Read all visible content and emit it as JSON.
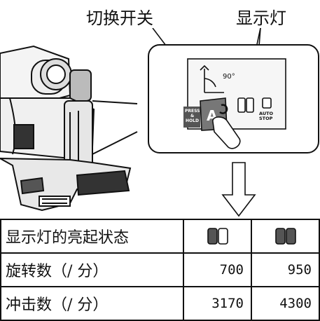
{
  "labels": {
    "switch": "切换开关",
    "indicator": "显示灯"
  },
  "panel": {
    "angle": "90°",
    "mode_letter": "A",
    "press_hold": [
      "PRESS",
      "&",
      "HOLD"
    ],
    "auto_stop": [
      "AUTO",
      "STOP"
    ]
  },
  "table": {
    "rows": [
      {
        "label": "显示灯的亮起状态",
        "values": [
          "",
          ""
        ]
      },
      {
        "label": "旋转数（/ 分）",
        "values": [
          "700",
          "950"
        ]
      },
      {
        "label": "冲击数（/ 分）",
        "values": [
          "3170",
          "4300"
        ]
      }
    ],
    "indicator_states": [
      {
        "left_lit": true,
        "right_lit": false
      },
      {
        "left_lit": true,
        "right_lit": true
      }
    ]
  },
  "colors": {
    "lamp_lit": "#555555",
    "lamp_off": "#ffffff",
    "mode_button": "#777777"
  }
}
